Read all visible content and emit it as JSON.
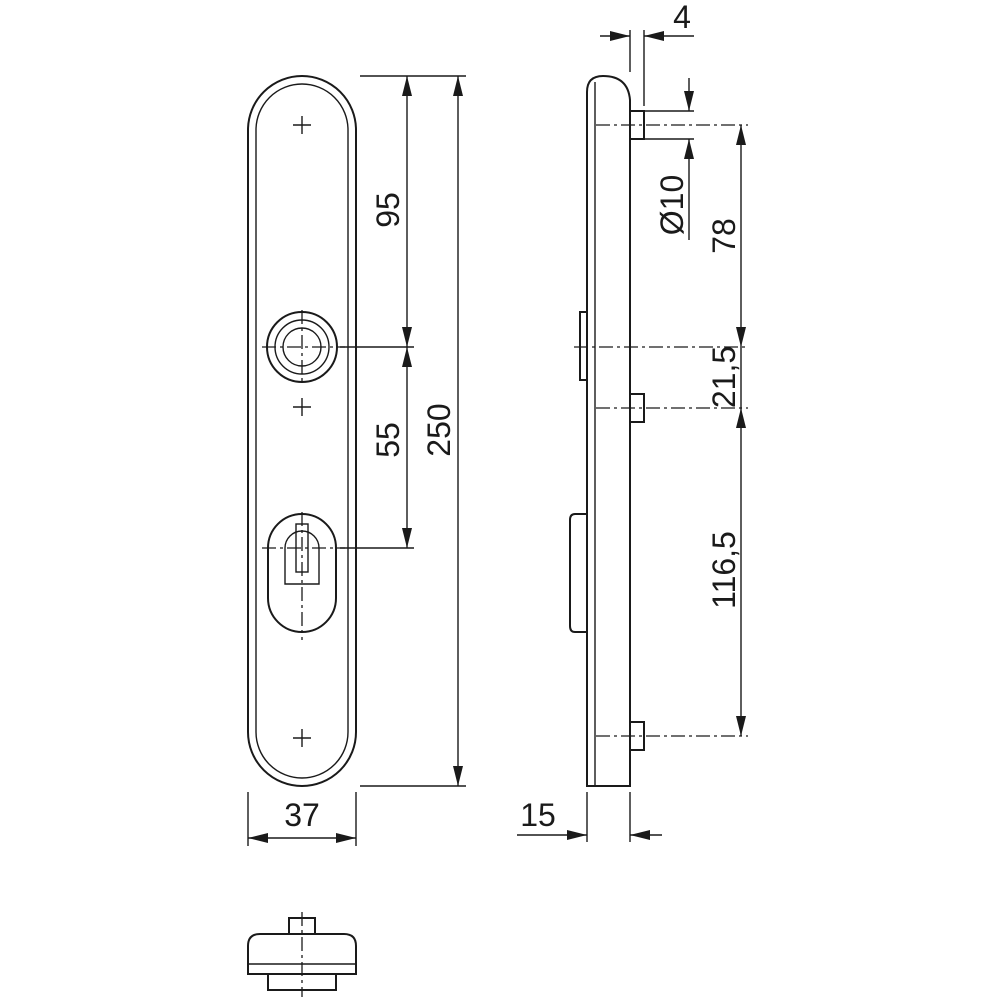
{
  "diagram": {
    "dimensions": {
      "height_total": "250",
      "upper_spacing": "95",
      "lower_spacing": "55",
      "width": "37",
      "depth": "15",
      "pin_length": "4",
      "pin_diameter": "Ø10",
      "side_upper": "78",
      "side_middle": "21,5",
      "side_lower": "116,5"
    }
  }
}
